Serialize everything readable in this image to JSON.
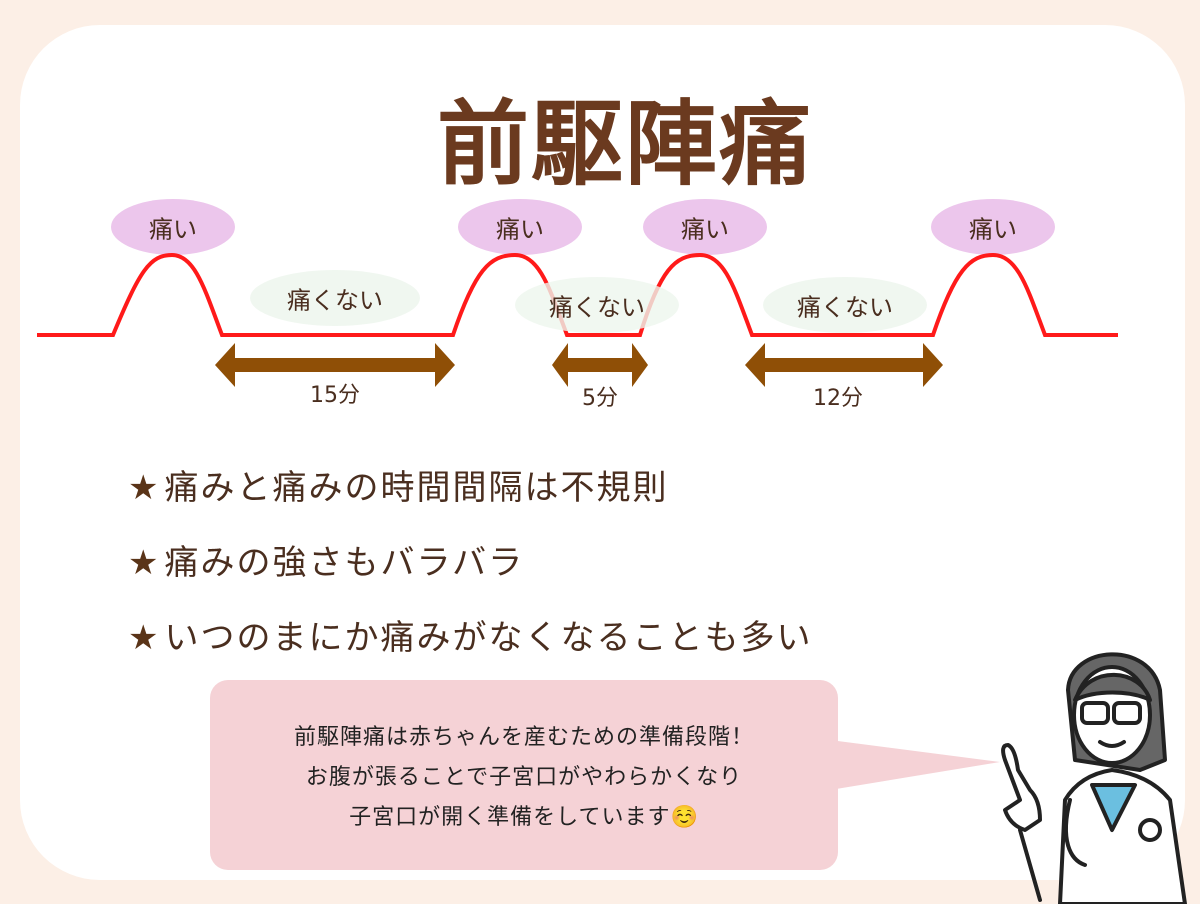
{
  "title": "前駆陣痛",
  "diagram": {
    "pain_labels": [
      "痛い",
      "痛い",
      "痛い",
      "痛い"
    ],
    "no_pain_labels": [
      "痛くない",
      "痛くない",
      "痛くない"
    ],
    "intervals": [
      "15分",
      "5分",
      "12分"
    ],
    "colors": {
      "line": "#ff1a1a",
      "arrow": "#8f4f06",
      "pain_bubble": "#ecc6ec",
      "no_pain_bubble": "#eef6ee"
    }
  },
  "bullets": [
    {
      "star": "★",
      "text": "痛みと痛みの時間間隔は不規則"
    },
    {
      "star": "★",
      "text": "痛みの強さもバラバラ"
    },
    {
      "star": "★",
      "text": "いつのまにか痛みがなくなることも多い"
    }
  ],
  "speech": {
    "lines": [
      "前駆陣痛は赤ちゃんを産むための準備段階！",
      "お腹が張ることで子宮口がやわらかくなり",
      "子宮口が開く準備をしています☺️"
    ]
  }
}
